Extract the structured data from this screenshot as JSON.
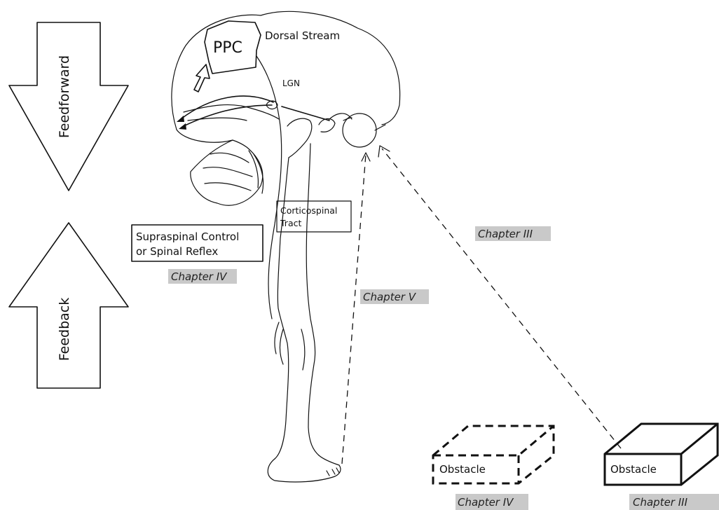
{
  "arrows": {
    "feedforward": "Feedforward",
    "feedback": "Feedback"
  },
  "brain": {
    "ppc": "PPC",
    "dorsal_stream": "Dorsal Stream",
    "lgn": "LGN"
  },
  "boxes": {
    "supraspinal_line1": "Supraspinal Control",
    "supraspinal_line2": "or Spinal Reflex",
    "corticospinal_line1": "Corticospinal",
    "corticospinal_line2": "Tract"
  },
  "chapter_labels": {
    "left_middle": "Chapter IV",
    "center": "Chapter V",
    "upper_right": "Chapter III",
    "dashed_obstacle": "Chapter IV",
    "solid_obstacle": "Chapter III"
  },
  "obstacles": {
    "dashed": "Obstacle",
    "solid": "Obstacle"
  },
  "colors": {
    "stroke": "#111111",
    "label_background": "#c9c9c9"
  }
}
